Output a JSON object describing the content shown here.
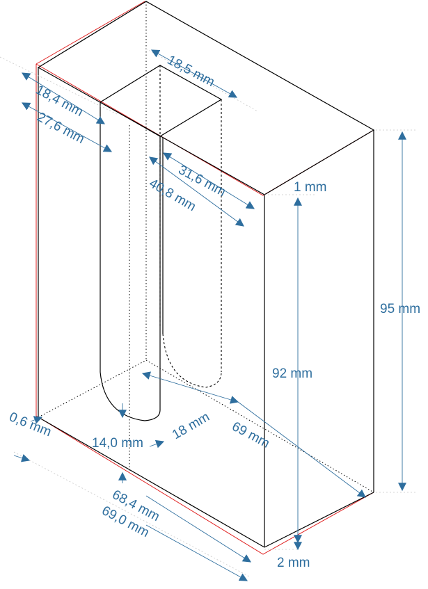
{
  "colors": {
    "outline": "#000000",
    "outer_shell": "#e02020",
    "dimension": "#2e6e9e"
  },
  "dimensions": {
    "slot_width": "18,5 mm",
    "slot_depth_inner": "18,4 mm",
    "slot_depth_outer": "27,6 mm",
    "slot_length_inner": "31,6 mm",
    "slot_length_outer": "40,8 mm",
    "top_thickness": "1 mm",
    "outer_height": "95 mm",
    "inner_height": "92 mm",
    "bottom_gap": "0,6 mm",
    "slot_offset": "14,0 mm",
    "slot_side": "18 mm",
    "depth": "69 mm",
    "width_inner": "68,4 mm",
    "width_outer": "69,0 mm",
    "base_thickness": "2 mm"
  }
}
